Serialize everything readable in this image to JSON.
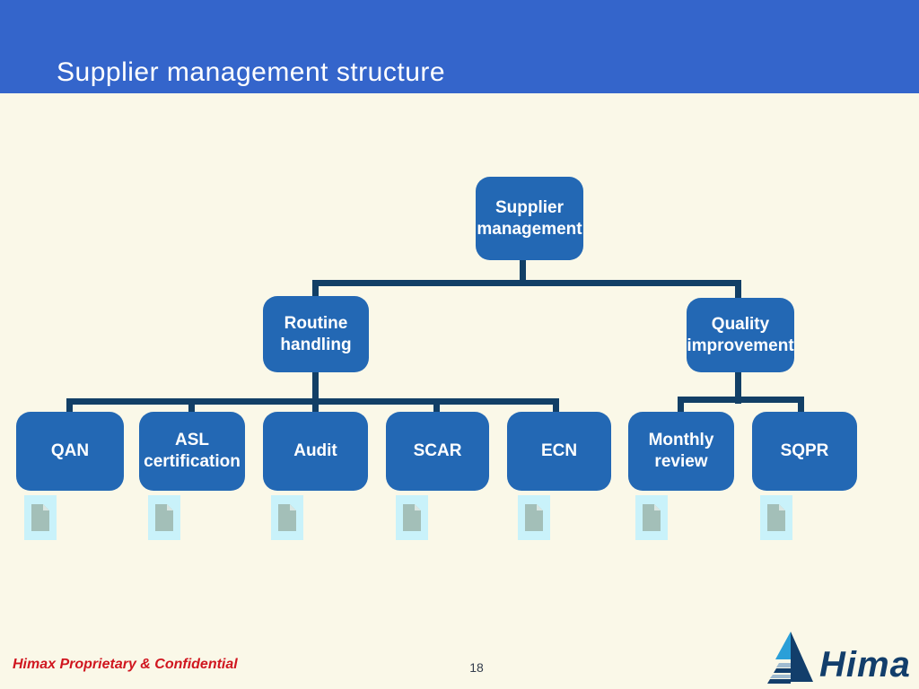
{
  "header": {
    "title": "Supplier management structure"
  },
  "diagram": {
    "root": {
      "label": "Supplier management"
    },
    "branches": [
      {
        "label": "Routine handling"
      },
      {
        "label": "Quality improvement"
      }
    ],
    "leaves": [
      {
        "label": "QAN"
      },
      {
        "label": "ASL certification"
      },
      {
        "label": "Audit"
      },
      {
        "label": "SCAR"
      },
      {
        "label": "ECN"
      },
      {
        "label": "Monthly review"
      },
      {
        "label": "SQPR"
      }
    ],
    "attachment_icon": "document-icon"
  },
  "footer": {
    "confidential_note": "Himax Proprietary & Confidential",
    "page_number": "18",
    "logo_text": "Himax"
  },
  "colors": {
    "header_blue": "#3465CB",
    "slide_background": "#FAF8E8",
    "node_fill": "#2368B4",
    "connector": "#123F66",
    "confidential_red": "#D0161F",
    "icon_background": "#C9F2FA",
    "document_gray": "#A3BFB8",
    "document_fold": "#D9E6E2",
    "logo_navy": "#123E6B",
    "logo_light_blue": "#2A9FD8",
    "logo_band": "#9FBBD0"
  }
}
